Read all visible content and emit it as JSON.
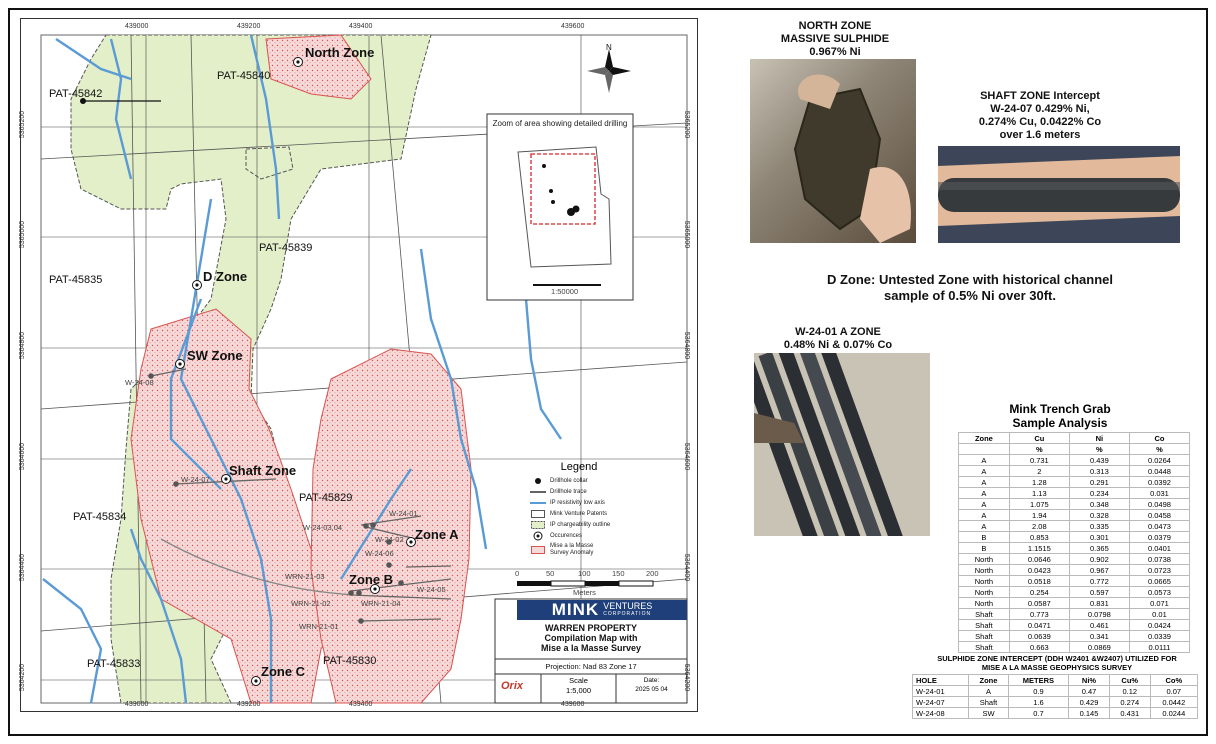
{
  "map": {
    "top_ticks": [
      "439000",
      "439200",
      "439400",
      "439600"
    ],
    "bottom_ticks": [
      "439000",
      "439200",
      "439400",
      "439600"
    ],
    "left_ticks": [
      "5364200",
      "5364400",
      "5364600",
      "5364800",
      "5365000",
      "5365200"
    ],
    "right_ticks": [
      "5364200",
      "5364400",
      "5364600",
      "5364800",
      "5365000",
      "5365200"
    ],
    "zones": {
      "north": "North Zone",
      "d": "D Zone",
      "sw": "SW Zone",
      "shaft": "Shaft Zone",
      "a": "Zone A",
      "b": "Zone B",
      "c": "Zone C"
    },
    "patents": {
      "p45840": "PAT-45840",
      "p45842": "PAT-45842",
      "p45839": "PAT-45839",
      "p45835": "PAT-45835",
      "p45829": "PAT-45829",
      "p45834": "PAT-45834",
      "p45833": "PAT-45833",
      "p45830": "PAT-45830"
    },
    "holes": {
      "w2408": "W-24-08",
      "w2407": "W-24-07",
      "w2401": "W-24-01",
      "w2403": "W-24-03,04",
      "w2402": "W-24-02",
      "w2406": "W-24-06",
      "w2405": "W-24-05",
      "wrn2103": "WRN-21-03",
      "wrn2102": "WRN-21-02",
      "wrn2104": "WRN-21-04",
      "wrn2101": "WRN-21-01"
    },
    "inset": {
      "title": "Zoom of area showing detailed drilling",
      "scale": "1:50000"
    },
    "legend": {
      "title": "Legend",
      "items": [
        "Drillhole collar",
        "Drillhole trace",
        "IP resistivity low axis",
        "Mink Venture Patents",
        "IP chargeability outline",
        "Occurences",
        "Mise a la Masse Survey Anomaly"
      ]
    },
    "scalebar": {
      "ticks": [
        "0",
        "50",
        "100",
        "150",
        "200"
      ],
      "unit": "Meters"
    },
    "north_label": "N",
    "title_block": {
      "company": "MINK",
      "ventures": "VENTURES",
      "corporation": "CORPORATION",
      "title1": "WARREN PROPERTY",
      "title2": "Compilation Map with",
      "title3": "Mise a la Masse Survey",
      "projection": "Projection: Nad 83 Zone 17",
      "scale_label": "Scale",
      "scale_value": "1:5,000",
      "date_label": "Date:",
      "date_value": "2025 05 04",
      "logo": "Orix"
    }
  },
  "captions": {
    "north_zone_l1": "NORTH ZONE",
    "north_zone_l2": "MASSIVE SULPHIDE",
    "north_zone_l3": "0.967% Ni",
    "shaft_l1": "SHAFT ZONE Intercept",
    "shaft_l2": "W-24-07 0.429% Ni,",
    "shaft_l3": "0.274% Cu, 0.0422% Co",
    "shaft_l4": "over 1.6 meters",
    "d_zone_l1": "D Zone:  Untested Zone with historical  channel",
    "d_zone_l2": "sample of 0.5% Ni over 30ft.",
    "w2401_l1": "W-24-01 A ZONE",
    "w2401_l2": "0.48% Ni & 0.07% Co"
  },
  "trench_table": {
    "title1": "Mink Trench Grab",
    "title2": "Sample Analysis",
    "headers": [
      "Zone",
      "Cu",
      "Ni",
      "Co"
    ],
    "units": [
      "",
      "%",
      "%",
      "%"
    ],
    "rows": [
      [
        "A",
        "0.731",
        "0.439",
        "0.0264"
      ],
      [
        "A",
        "2",
        "0.313",
        "0.0448"
      ],
      [
        "A",
        "1.28",
        "0.291",
        "0.0392"
      ],
      [
        "A",
        "1.13",
        "0.234",
        "0.031"
      ],
      [
        "A",
        "1.075",
        "0.348",
        "0.0498"
      ],
      [
        "A",
        "1.94",
        "0.328",
        "0.0458"
      ],
      [
        "A",
        "2.08",
        "0.335",
        "0.0473"
      ],
      [
        "B",
        "0.853",
        "0.301",
        "0.0379"
      ],
      [
        "B",
        "1.1515",
        "0.365",
        "0.0401"
      ],
      [
        "North",
        "0.0646",
        "0.902",
        "0.0738"
      ],
      [
        "North",
        "0.0423",
        "0.967",
        "0.0723"
      ],
      [
        "North",
        "0.0518",
        "0.772",
        "0.0665"
      ],
      [
        "North",
        "0.254",
        "0.597",
        "0.0573"
      ],
      [
        "North",
        "0.0587",
        "0.831",
        "0.071"
      ],
      [
        "Shaft",
        "0.773",
        "0.0798",
        "0.01"
      ],
      [
        "Shaft",
        "0.0471",
        "0.461",
        "0.0424"
      ],
      [
        "Shaft",
        "0.0639",
        "0.341",
        "0.0339"
      ],
      [
        "Shaft",
        "0.663",
        "0.0869",
        "0.0111"
      ]
    ]
  },
  "intercept_table": {
    "title1": "SULPHIDE ZONE INTERCEPT (DDH W2401 &W2407) UTILIZED FOR",
    "title2": "MISE A  LA MASSE GEOPHYSICS SURVEY",
    "headers": [
      "HOLE",
      "Zone",
      "METERS",
      "Ni%",
      "Cu%",
      "Co%"
    ],
    "rows": [
      [
        "W-24-01",
        "A",
        "0.9",
        "0.47",
        "0.12",
        "0.07"
      ],
      [
        "W-24-07",
        "Shaft",
        "1.6",
        "0.429",
        "0.274",
        "0.0442"
      ],
      [
        "W-24-08",
        "SW",
        "0.7",
        "0.145",
        "0.431",
        "0.0244"
      ]
    ]
  },
  "colors": {
    "patent_fill": "#e3efc9",
    "anomaly_fill": "#f6d9d9",
    "anomaly_stroke": "#d9534f",
    "ip_axis": "#5b9bd5",
    "brand_blue": "#1f3f7a"
  }
}
